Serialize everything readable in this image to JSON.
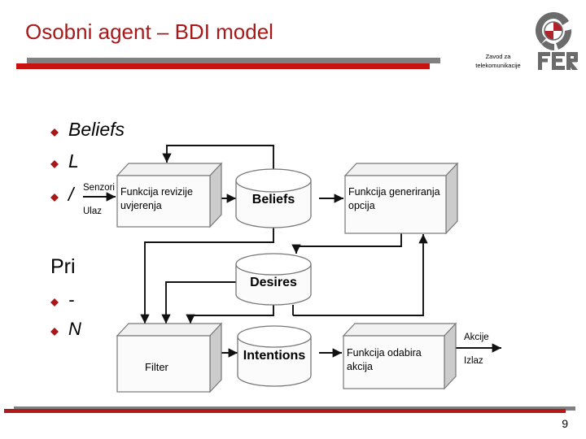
{
  "slide": {
    "title": "Osobni agent – BDI model",
    "page_number": "9",
    "accent_red": "#a81818",
    "bar_gray": "#808080",
    "bar_red": "#c81111"
  },
  "logo": {
    "emblem_icon": "fer-emblem-icon",
    "wordmark": "FER",
    "department_line1": "Zavod za",
    "department_line2": "telekomunikacije",
    "gray": "#6b6b6b",
    "red": "#b0232a"
  },
  "bullets": [
    {
      "icon": "diamond-bullet-icon",
      "label": "Beliefs"
    },
    {
      "icon": "diamond-bullet-icon",
      "label": "L"
    },
    {
      "icon": "diamond-bullet-icon",
      "label": "/"
    }
  ],
  "section": {
    "heading": "Pri",
    "bullets": [
      {
        "icon": "diamond-bullet-icon",
        "label": "-"
      },
      {
        "icon": "diamond-bullet-icon",
        "label": "N"
      }
    ]
  },
  "diagram": {
    "name": "bdi-agent-architecture-diagram",
    "io_labels": {
      "input_top": "Senzori",
      "input_bottom": "Ulaz",
      "output_top": "Akcije",
      "output_bottom": "Izlaz"
    },
    "nodes": [
      {
        "id": "belief-revision",
        "type": "box3d",
        "lines": [
          "Funkcija revizije",
          "uvjerenja"
        ]
      },
      {
        "id": "beliefs",
        "type": "cylinder",
        "lines": [
          "Beliefs"
        ]
      },
      {
        "id": "option-generation",
        "type": "box3d",
        "lines": [
          "Funkcija generiranja",
          "opcija"
        ]
      },
      {
        "id": "desires",
        "type": "cylinder",
        "lines": [
          "Desires"
        ]
      },
      {
        "id": "filter",
        "type": "box3d",
        "lines": [
          "Filter"
        ]
      },
      {
        "id": "intentions",
        "type": "cylinder",
        "lines": [
          "Intentions"
        ]
      },
      {
        "id": "action-selection",
        "type": "box3d",
        "lines": [
          "Funkcija odabira",
          "akcija"
        ]
      }
    ]
  }
}
